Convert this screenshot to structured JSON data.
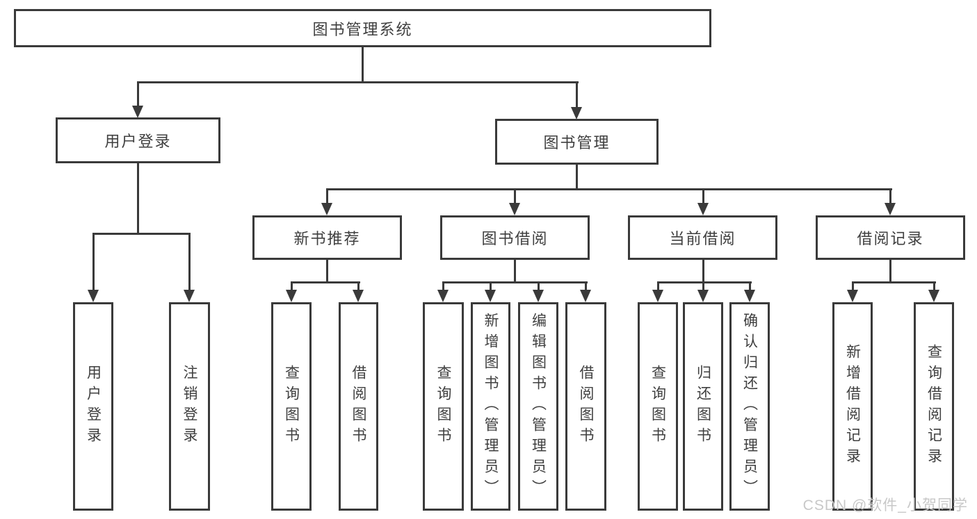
{
  "tree": {
    "root": {
      "label": "图书管理系统"
    },
    "branches": [
      {
        "label": "用户登录",
        "children": [
          {
            "label": "用户登录"
          },
          {
            "label": "注销登录"
          }
        ]
      },
      {
        "label": "图书管理",
        "children": [
          {
            "label": "新书推荐",
            "children": [
              {
                "label": "查询图书"
              },
              {
                "label": "借阅图书"
              }
            ]
          },
          {
            "label": "图书借阅",
            "children": [
              {
                "label": "查询图书"
              },
              {
                "label": "新增图书（管理员）"
              },
              {
                "label": "编辑图书（管理员）"
              },
              {
                "label": "借阅图书"
              }
            ]
          },
          {
            "label": "当前借阅",
            "children": [
              {
                "label": "查询图书"
              },
              {
                "label": "归还图书"
              },
              {
                "label": "确认归还（管理员）"
              }
            ]
          },
          {
            "label": "借阅记录",
            "children": [
              {
                "label": "新增借阅记录"
              },
              {
                "label": "查询借阅记录"
              }
            ]
          }
        ]
      }
    ]
  },
  "watermark": {
    "text": "CSDN @软件_小贺同学"
  },
  "colors": {
    "line": "#3a3a3a",
    "text": "#3f3f3f",
    "box_background": "#ffffff",
    "watermark": "#c8c8c8",
    "background": "#ffffff"
  }
}
